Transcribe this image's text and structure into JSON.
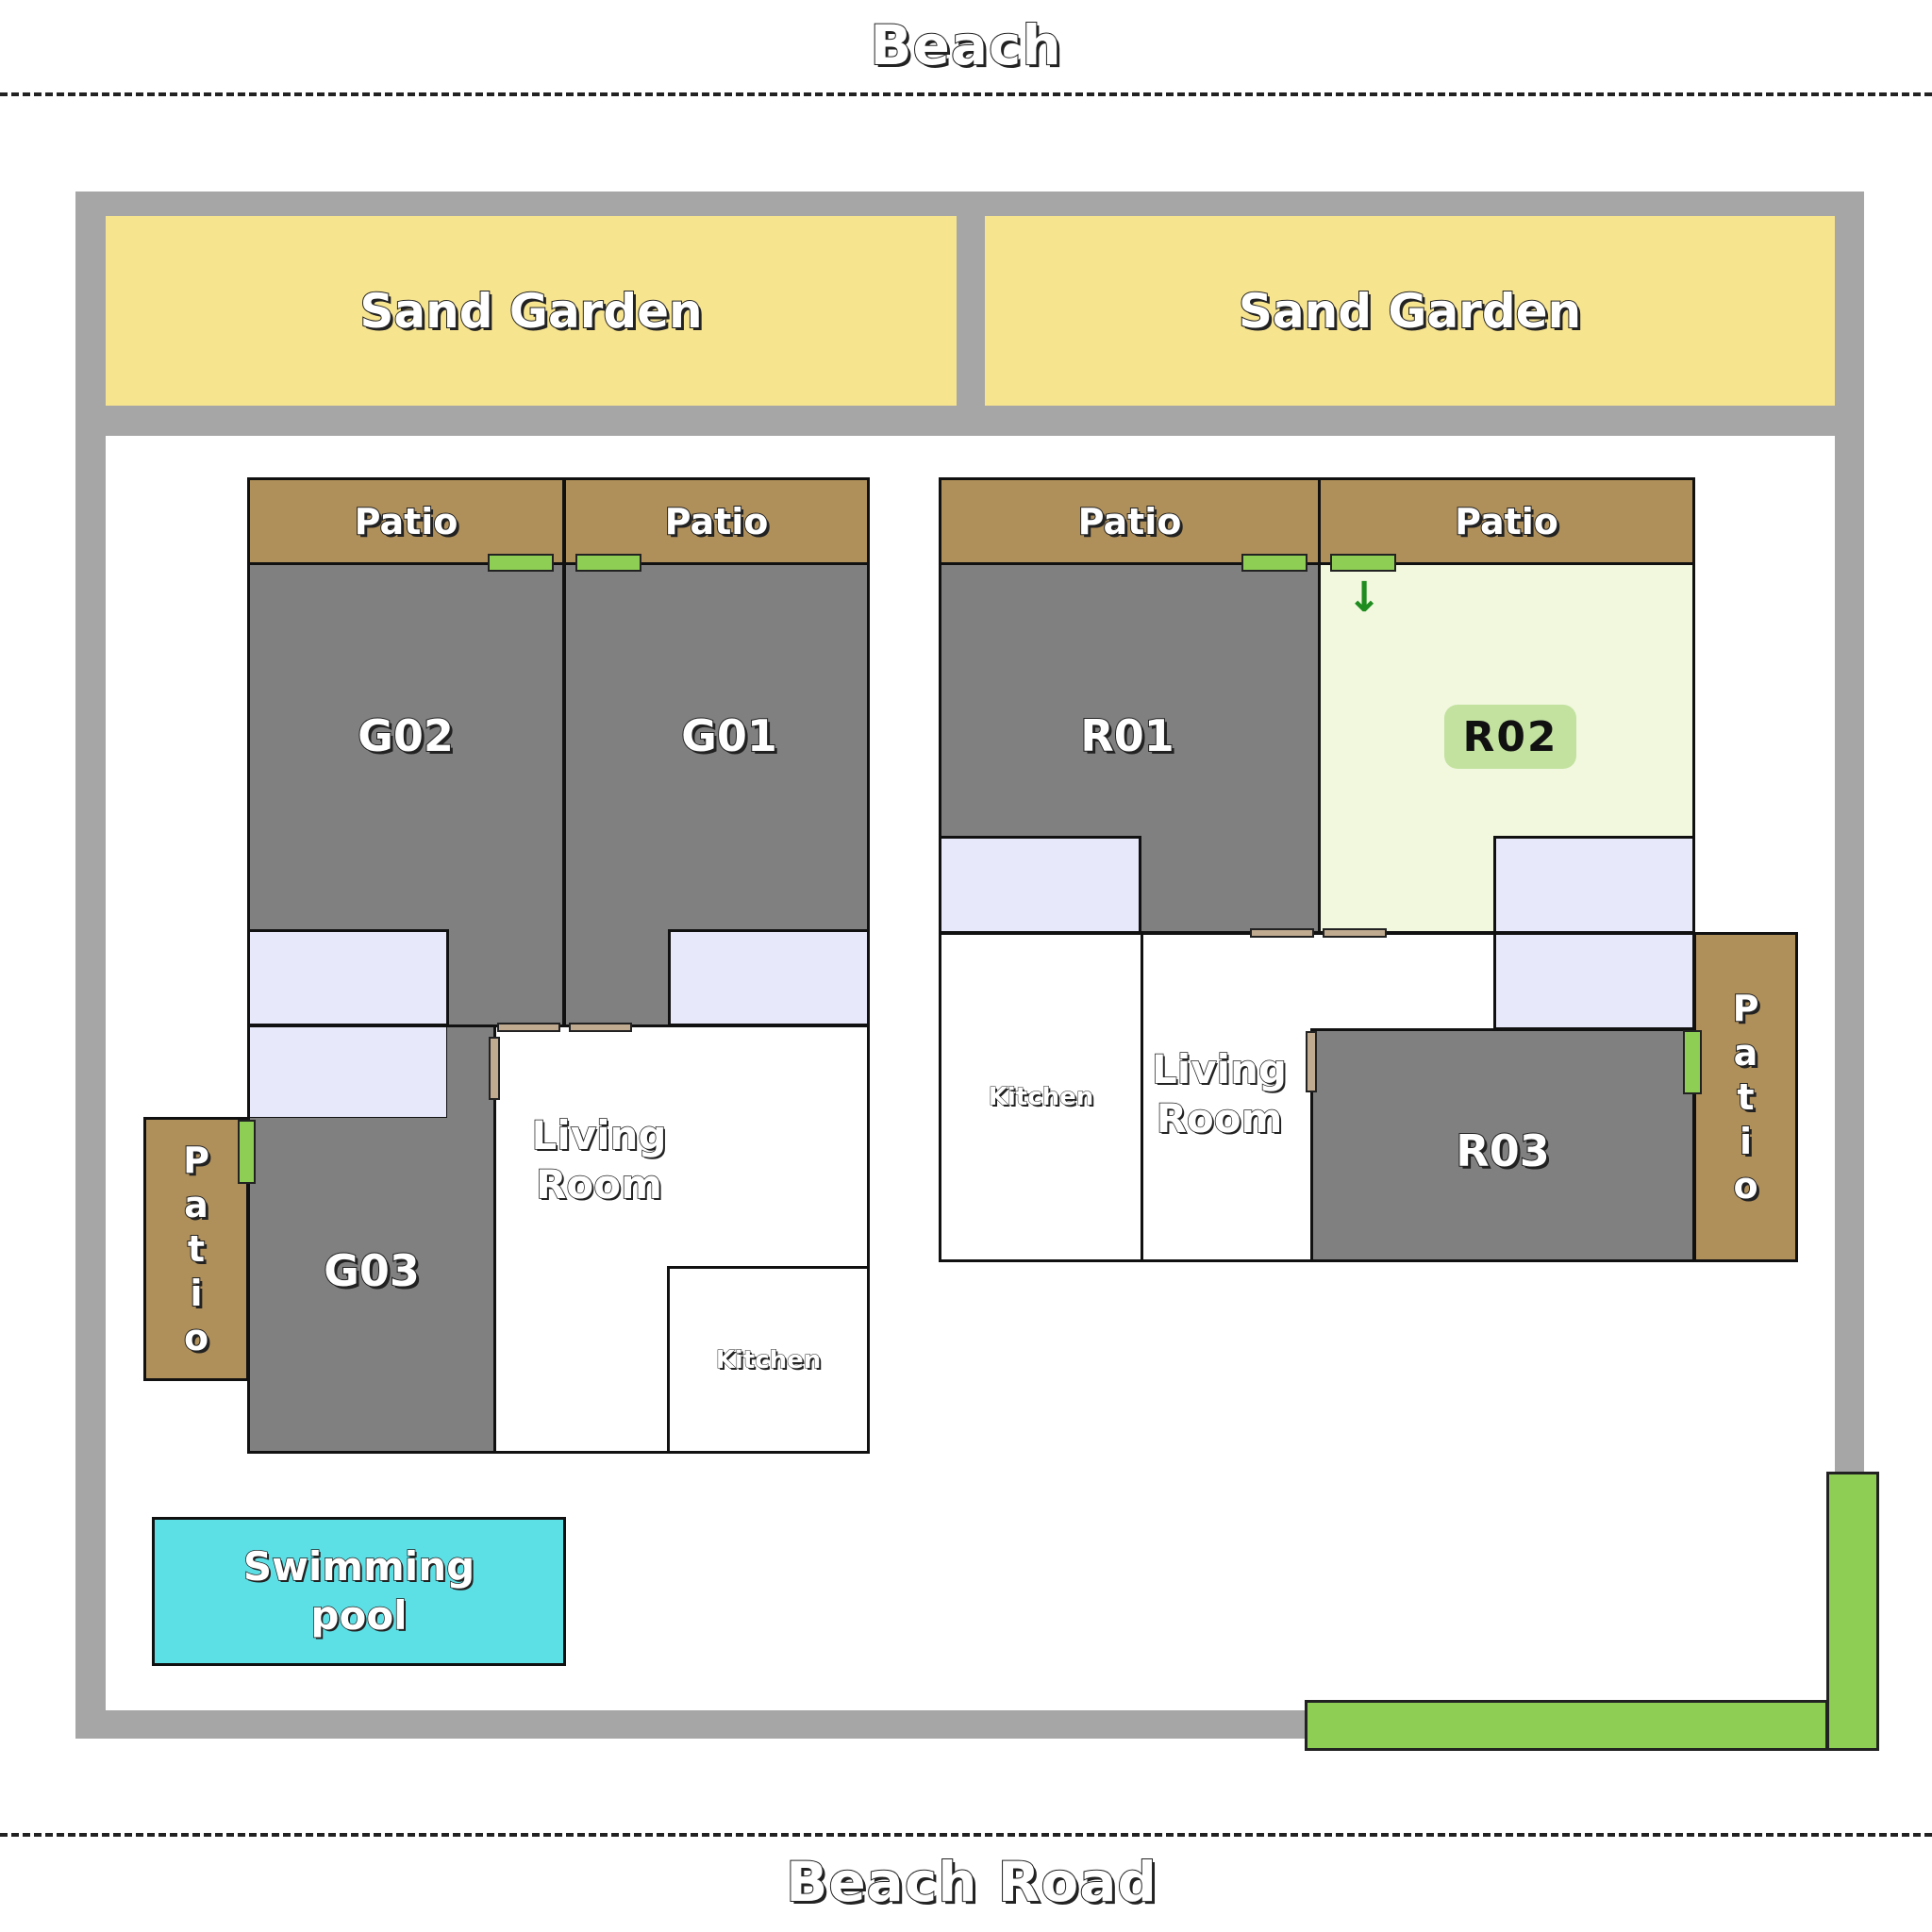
{
  "labels": {
    "top": "Beach",
    "bottom": "Beach Road",
    "sand_left": "Sand Garden",
    "sand_right": "Sand Garden",
    "pool_line1": "Swimming",
    "pool_line2": "pool"
  },
  "rooms": {
    "g01": "G01",
    "g02": "G02",
    "g03": "G03",
    "r01": "R01",
    "r02": "R02",
    "r03": "R03"
  },
  "patios": {
    "g02": "Patio",
    "g01": "Patio",
    "r01": "Patio",
    "r02": "Patio",
    "g03_letters": [
      "P",
      "a",
      "t",
      "i",
      "o"
    ],
    "r03_letters": [
      "P",
      "a",
      "t",
      "i",
      "o"
    ]
  },
  "common": {
    "living_left_line1": "Living",
    "living_left_line2": "Room",
    "living_right_line1": "Living",
    "living_right_line2": "Room",
    "kitchen_left": "Kitchen",
    "kitchen_right": "Kitchen"
  },
  "marker": {
    "arrow": "↓"
  },
  "colors": {
    "highlight_room": "#f1f8de",
    "highlight_badge": "#c3e2a0",
    "arrow": "#1e8c1e",
    "pool": "#5ce0e6",
    "entrance": "#8fce55"
  }
}
